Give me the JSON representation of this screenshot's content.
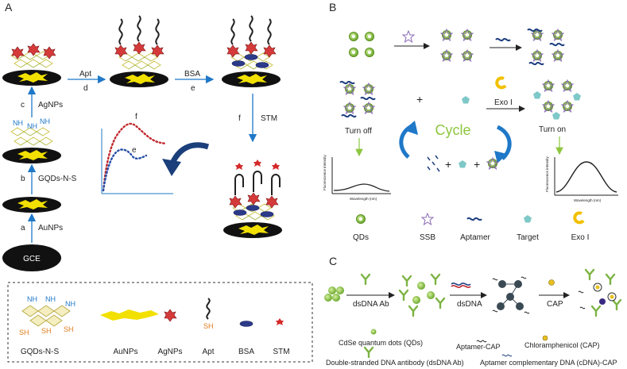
{
  "panels": {
    "A": {
      "label": "A",
      "electrode": "GCE",
      "steps": {
        "a": "a",
        "aunps": "AuNPs",
        "b": "b",
        "gqds": "GQDs-N-S",
        "c": "c",
        "agnps": "AgNPs",
        "apt": "Apt",
        "d": "d",
        "bsa": "BSA",
        "e": "e",
        "f": "f",
        "stm": "STM"
      },
      "plot_labels": {
        "f": "f",
        "e": "e"
      },
      "nh_labels": [
        "NH",
        "NH",
        "NH"
      ],
      "legend": {
        "nh": [
          "NH",
          "NH",
          "NH"
        ],
        "sh": [
          "SH",
          "SH",
          "SH"
        ],
        "apt_sh": "SH",
        "items": [
          "GQDs-N-S",
          "AuNPs",
          "AgNPs",
          "Apt",
          "BSA",
          "STM"
        ]
      }
    },
    "B": {
      "label": "B",
      "plus": "+",
      "exo": "Exo I",
      "cycle": "Cycle",
      "turn_off": "Turn off",
      "turn_on": "Turn on",
      "axis_y": "Fluorescence intensity",
      "axis_x": "Wavelength (nm)",
      "legend": [
        "QDs",
        "SSB",
        "Aptamer",
        "Target",
        "Exo I"
      ]
    },
    "C": {
      "label": "C",
      "steps": [
        "dsDNA Ab",
        "dsDNA",
        "CAP"
      ],
      "legend": {
        "qds": "CdSe quantum dots (QDs)",
        "apt_cap": "Aptamer-CAP",
        "cap": "Chloramphenicol (CAP)",
        "ab": "Double-stranded DNA antibody (dsDNA Ab)",
        "cdna": "Aptamer complementary DNA (cDNA)-CAP"
      }
    }
  },
  "colors": {
    "qd_green": "#8dc63f",
    "arrow_blue": "#1f78c8",
    "cycle_green": "#8dc63f",
    "red_trace": "#c0282d",
    "blue_trace": "#2850a8",
    "gold": "#f2e000"
  }
}
